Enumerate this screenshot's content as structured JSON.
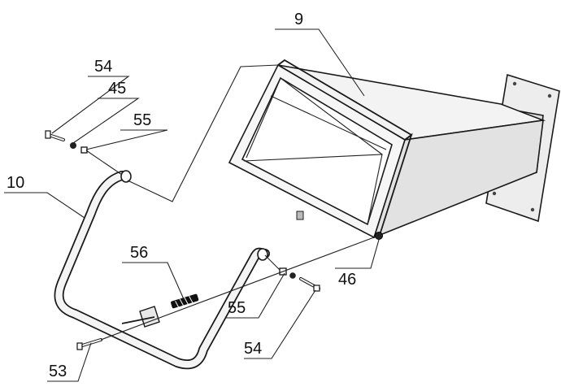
{
  "labels": {
    "l9": "9",
    "l10": "10",
    "l54_top": "54",
    "l45": "45",
    "l55_top": "55",
    "l56": "56",
    "l46": "46",
    "l55_bottom": "55",
    "l54_bottom": "54",
    "l53": "53"
  },
  "colors": {
    "line": "#1a1a1a",
    "face_light": "#f2f2f2",
    "face_mid": "#e6e6e6",
    "face_dark": "#cfcfcf",
    "paper": "#ffffff"
  }
}
